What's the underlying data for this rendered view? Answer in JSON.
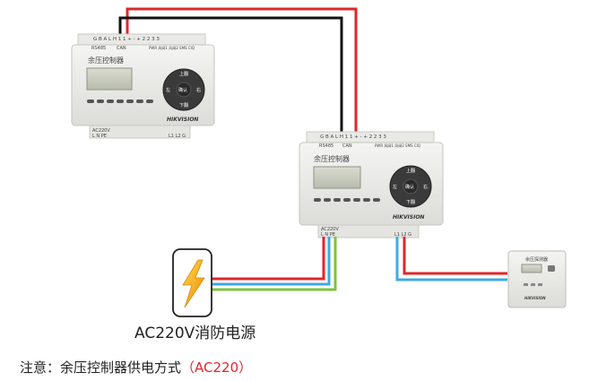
{
  "controller_top": {
    "terminals_top": "G B A   L H   1 1 + - + 2 2 3 3",
    "bus_label_rs485": "RS485",
    "bus_label_can": "CAN",
    "aux_labels": "PWR 风阀1 风阀2 SMS CIQ",
    "title": "余压控制器",
    "keys": {
      "up": "上翻",
      "confirm": "确认",
      "down": "下翻",
      "left": "左",
      "right": "右"
    },
    "brand": "HIKVISION",
    "power_label": "AC220V",
    "power_terminals": "L N PE",
    "out_terminals": "L1 L2 G"
  },
  "controller_bottom": {
    "terminals_top": "G B A   L H   1 1 + - + 2 2 3 3",
    "bus_label_rs485": "RS485",
    "bus_label_can": "CAN",
    "aux_labels": "PWR 风阀1 风阀2 SMS CIQ",
    "title": "余压控制器",
    "keys": {
      "up": "上翻",
      "confirm": "确认",
      "down": "下翻",
      "left": "左",
      "right": "右"
    },
    "brand": "HIKVISION",
    "power_label": "AC220V",
    "power_terminals": "L N PE",
    "out_terminals": "L1 L2 G"
  },
  "detector": {
    "title": "余压探测器",
    "brand": "HIKVISION"
  },
  "power_source": {
    "caption": "AC220V消防电源",
    "icon": "lightning-bolt-icon"
  },
  "note": {
    "prefix": "注意：余压控制器供电方式",
    "highlight": "（AC220）"
  },
  "colors": {
    "wire_red": "#e0262b",
    "wire_black": "#111111",
    "wire_blue": "#3fa9e0",
    "wire_green": "#7cc242",
    "bolt": "#f5b81c"
  }
}
